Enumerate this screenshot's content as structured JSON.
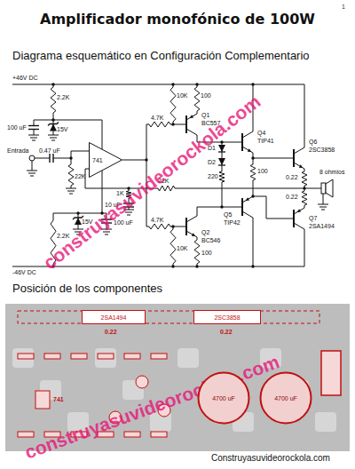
{
  "diagram": {
    "title": "Amplificador monofónico de 100W",
    "nodes": [
      {
        "text": [
          "741"
        ]
      },
      {
        "text": [
          "2SA1494"
        ]
      },
      {
        "text": [
          "2SC3858"
        ]
      },
      {
        "text": [
          "4700 uF"
        ]
      },
      {
        "text": [
          "4700 uF"
        ]
      }
    ],
    "labels": [
      "1",
      "Diagrama esquemático en Configuración Complementario",
      "+46V DC",
      "-46V DC",
      "Entrada",
      "0.47 uF",
      "22K",
      "2.2K",
      "15V",
      "100 uF",
      "2.2K",
      "15V",
      "100 uF",
      "1K",
      "10 uF",
      "22K",
      "4.7K",
      "4.7K",
      "10K",
      "10K",
      "100",
      "100",
      "Q1",
      "BC557",
      "Q2",
      "BC546",
      "D1",
      "D2",
      "220",
      "Q4",
      "TIP41",
      "Q5",
      "TIP42",
      "100",
      "Q6",
      "2SC3858",
      "0.22",
      "0.22",
      "Q7",
      "2SA1494",
      "8 ohmios",
      "construyasuvideorockola.com",
      "Posición de los componentes",
      "0.22",
      "0.22",
      "741",
      "construyasuvideorockola.com",
      "Construyasuvideorockola.com"
    ]
  }
}
